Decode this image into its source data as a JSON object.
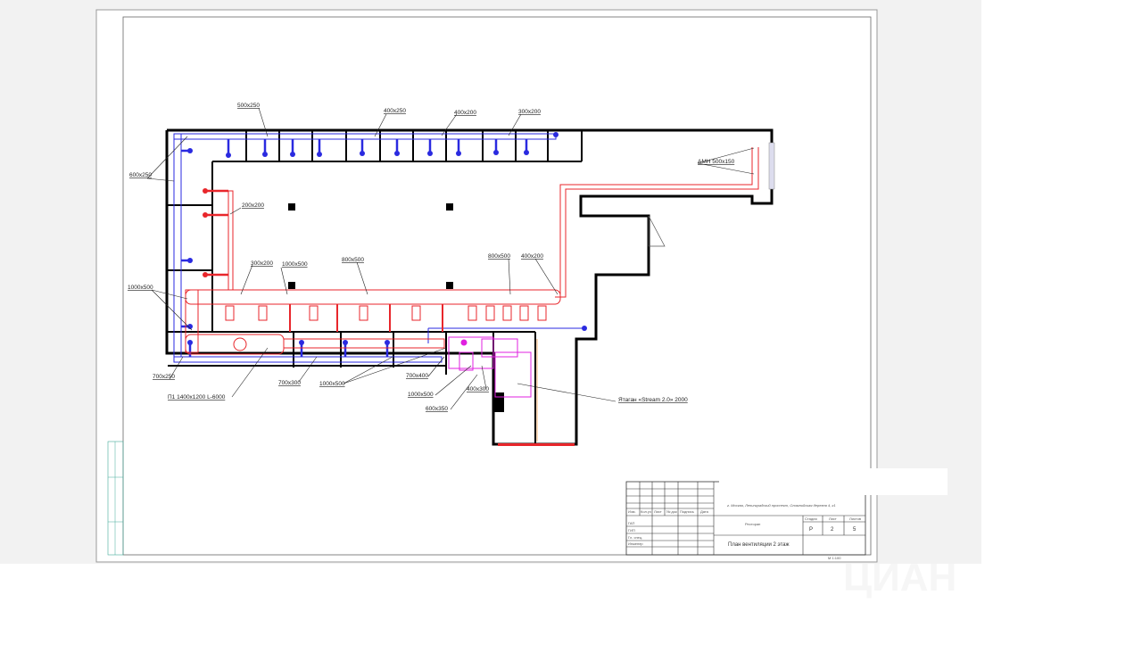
{
  "drawing": {
    "labels": {
      "d1": "500x250",
      "d2": "400x250",
      "d3": "400x200",
      "d4": "300x200",
      "d5": "600x250",
      "d6": "200x200",
      "d7": "АМН 500x150",
      "d8": "300x200",
      "d9": "1000x500",
      "d10": "800x500",
      "d11": "800x500",
      "d12": "400x200",
      "d13": "1000x500",
      "d14": "700x250",
      "d15": "П1 1400x1200 L-6000",
      "d16": "700x300",
      "d17": "1000x500",
      "d18": "700x400",
      "d19": "1000x500",
      "d20": "400x300",
      "d21": "600x350",
      "d22": "Ятаган «Stream 2.0» 2000"
    }
  },
  "title_block": {
    "address": "г. Москва, Ленинградский проспект, Олимпийская деревня 4, к1",
    "columns": [
      "Изм.",
      "Кол.уч",
      "Лист",
      "№ док",
      "Подпись",
      "Дата"
    ],
    "roles": [
      "ГАП",
      "ГИП",
      "Гл. спец.",
      "Инженер"
    ],
    "object": "Ресторан",
    "sheet_title": "План вентиляции 2 этаж",
    "stage_label": "Стадия",
    "sheet_label": "Лист",
    "sheets_label": "Листов",
    "stage": "Р",
    "sheet": "2",
    "sheets": "5",
    "scale": "М 1:100"
  },
  "watermark": "ЦИАН",
  "colors": {
    "supply": "#e8262b",
    "exhaust": "#2a2ae0",
    "equipment": "#e020e0"
  }
}
